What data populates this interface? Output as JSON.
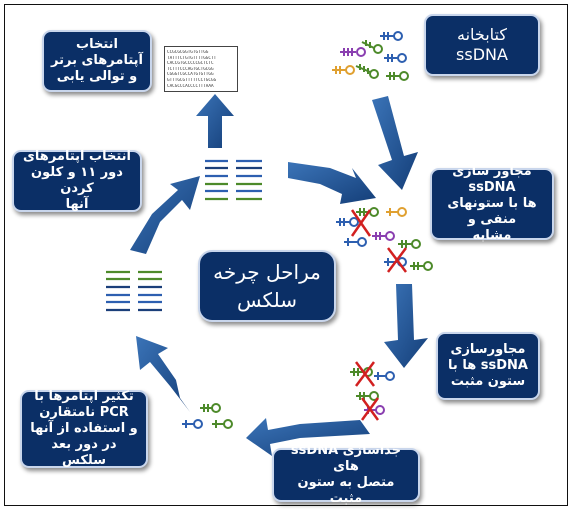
{
  "title": "مراحل چرخه\nسلکس",
  "steps": {
    "library": "کتابخانه\nssDNA",
    "negative": "مجاور سازی ssDNA\nها با ستونهای منفی و\nمشابه",
    "positive": "مجاورسازی\nssDNA ها با\nستون مثبت",
    "separation": "جداسازی ssDNA های\nمتصل به ستون مثبت",
    "amplification": "تکثیر آپتامرها با\nPCR نامتقارن\nو استفاده از آنها\nدر دور بعد سلکس",
    "round11": "انتخاب آپتامرهای\nدور ۱۱ و کلون کردن\nآنها",
    "sequencing": "انتخاب\nآپتامرهای برتر\nو توالی یابی"
  },
  "sequences": [
    "CCGCGCGGTGTGTTGG",
    "TATTTCTGTGTTTTGGCTT",
    "CACCGTGCCCCCGCTCTC",
    "TCTTTCCCAGTGCTGCGG",
    "CGGGTCGCCATGTGTTGG",
    "GTTTGCGTTTTTCCTGCGG",
    "CACGCCCACCCCTTTAAA"
  ],
  "colors": {
    "box_fill": "#0b2f66",
    "arrow": "#1b4f8c",
    "cross": "#d22020",
    "strand_green": "#4d8a2a",
    "strand_blue": "#2d5fb0",
    "strand_purple": "#8a3fb0",
    "strand_orange": "#e0a030"
  }
}
